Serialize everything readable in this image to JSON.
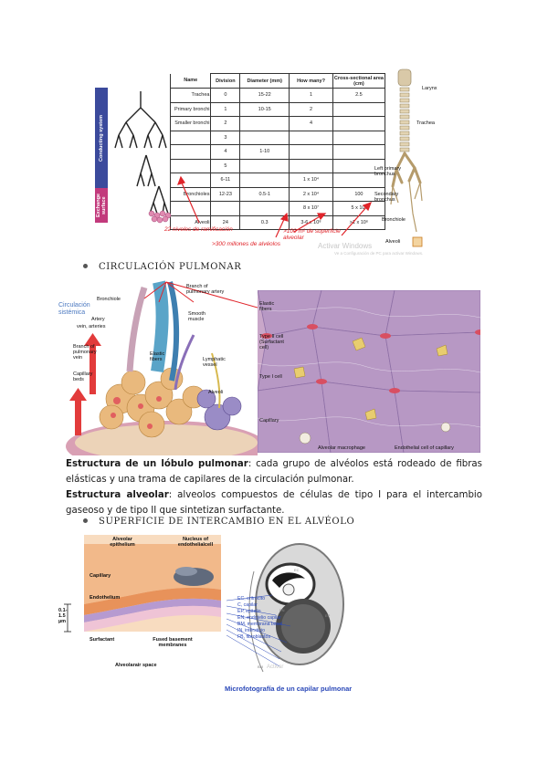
{
  "figure1": {
    "table": {
      "headers": [
        "Name",
        "Division",
        "Diameter (mm)",
        "How many?",
        "Cross-sectional area (cm)"
      ],
      "rows": [
        [
          "Trachea",
          "0",
          "15-22",
          "1",
          "2.5"
        ],
        [
          "Primary bronchi",
          "1",
          "10-15",
          "2",
          ""
        ],
        [
          "Smaller bronchi",
          "2",
          "",
          "4",
          ""
        ],
        [
          "",
          "3",
          "",
          "",
          ""
        ],
        [
          "",
          "4",
          "1-10",
          "",
          ""
        ],
        [
          "",
          "5",
          "",
          "",
          ""
        ],
        [
          "",
          "6-11",
          "",
          "1 x 10⁴",
          ""
        ],
        [
          "Bronchioles",
          "12-23",
          "0.5-1",
          "2 x 10⁴",
          "100"
        ],
        [
          "",
          "",
          "",
          "8 x 10⁷",
          "5 x 10³"
        ],
        [
          "Alveoli",
          "24",
          "0.3",
          "3-6 x 10⁸",
          ">1 x 10⁶"
        ]
      ],
      "side_labels": [
        "Conducting system",
        "Exchange surface"
      ]
    },
    "annotations": [
      "22 niveles de ramificación",
      ">100 m² de superficie alveolar",
      ">300 millones de alvéolos"
    ],
    "trachea_labels": [
      "Larynx",
      "Trachea",
      "Left primary bronchus",
      "Secondary bronchus",
      "Bronchiole",
      "Alveoli"
    ],
    "watermark": [
      "Activar Windows",
      "Ve a Configuración de PC para activar Windows."
    ]
  },
  "heading1": "CIRCULACIÓN PULMONAR",
  "figure2": {
    "left_labels": [
      "Circulación sistémica",
      "Bronchiole",
      "Artery",
      "vein, arteries",
      "Branch of pulmonary artery",
      "Smooth muscle",
      "Branch of pulmonary vein",
      "Elastic fibers",
      "Lymphatic vessel",
      "Capillary beds",
      "Alveoli"
    ],
    "right_labels": [
      "Elastic fibers",
      "Type II cell (Surfactant cell)",
      "Type I cell",
      "Capillary",
      "Alveolar macrophage",
      "Endothelial cell of capillary"
    ]
  },
  "para1": {
    "term1": "Estructura de un lóbulo pulmonar",
    "text1": ": cada grupo de alvéolos está rodeado de fibras elásticas y una trama de capilares de la circulación pulmonar.",
    "term2": "Estructura alveolar",
    "text2": ": alveolos compuestos de células de tipo I para el intercambio gaseoso y de tipo II que sintetizan surfactante."
  },
  "heading2": "SUPERFICIE DE INTERCAMBIO EN EL ALVÉOLO",
  "figure3": {
    "left_labels": [
      "Alveolar epithelium",
      "Nucleus of endothelialcell",
      "Capillary",
      "Endothelium",
      "0.1-1.5 µm",
      "Surfactant",
      "Fused basement membranes",
      "Alveolarair space"
    ],
    "legend": [
      "EC, eritrocito",
      "C, capilar",
      "EP, epitelio",
      "EN, endotelio capilar",
      "BM, membrana basal",
      "IN, intersticio",
      "FB, fibroblastos"
    ],
    "caption": "Microfotografía de un capilar pulmonar",
    "watermark": "Activar"
  },
  "colors": {
    "accent_red": "#e0242a",
    "conducting": "#3b4a9c",
    "exchange": "#c23a7c",
    "legend_blue": "#2a48b8"
  }
}
